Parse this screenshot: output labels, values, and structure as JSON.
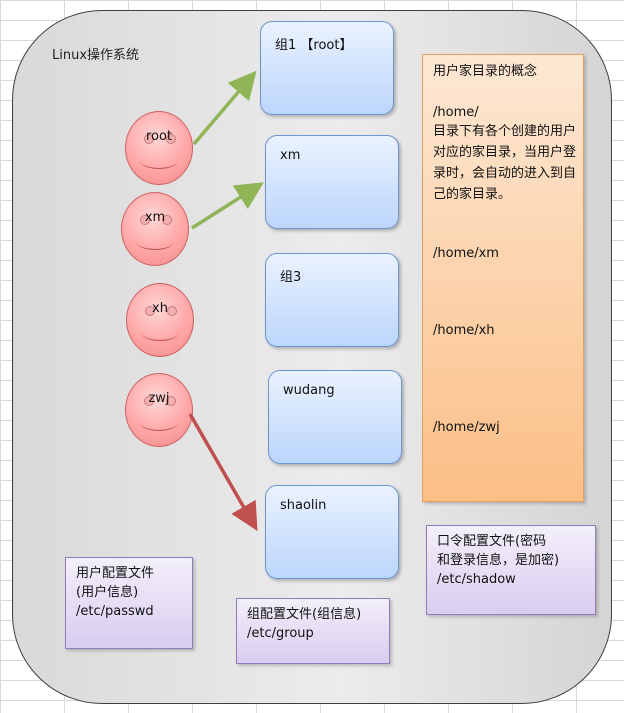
{
  "system_title": "Linux操作系统",
  "users": [
    {
      "name": "root"
    },
    {
      "name": "xm"
    },
    {
      "name": "xh"
    },
    {
      "name": "zwj"
    }
  ],
  "groups": [
    {
      "name": "组1 【root】"
    },
    {
      "name": "xm"
    },
    {
      "name": "组3"
    },
    {
      "name": "wudang"
    },
    {
      "name": "shaolin"
    }
  ],
  "home_concept": {
    "title": "用户家目录的概念",
    "path_home": "/home/",
    "description": "目录下有各个创建的用户对应的家目录，当用户登录时，会自动的进入到自己的家目录。",
    "paths": [
      "/home/xm",
      "/home/xh",
      "/home/zwj"
    ]
  },
  "config_files": {
    "passwd": "用户配置文件\n(用户信息)\n/etc/passwd",
    "group": "组配置文件(组信息)\n/etc/group",
    "shadow": "口令配置文件(密码\n和登录信息，是加密)\n/etc/shadow"
  },
  "colors": {
    "green_arrow": "#8fb556",
    "red_arrow": "#c0504d"
  }
}
